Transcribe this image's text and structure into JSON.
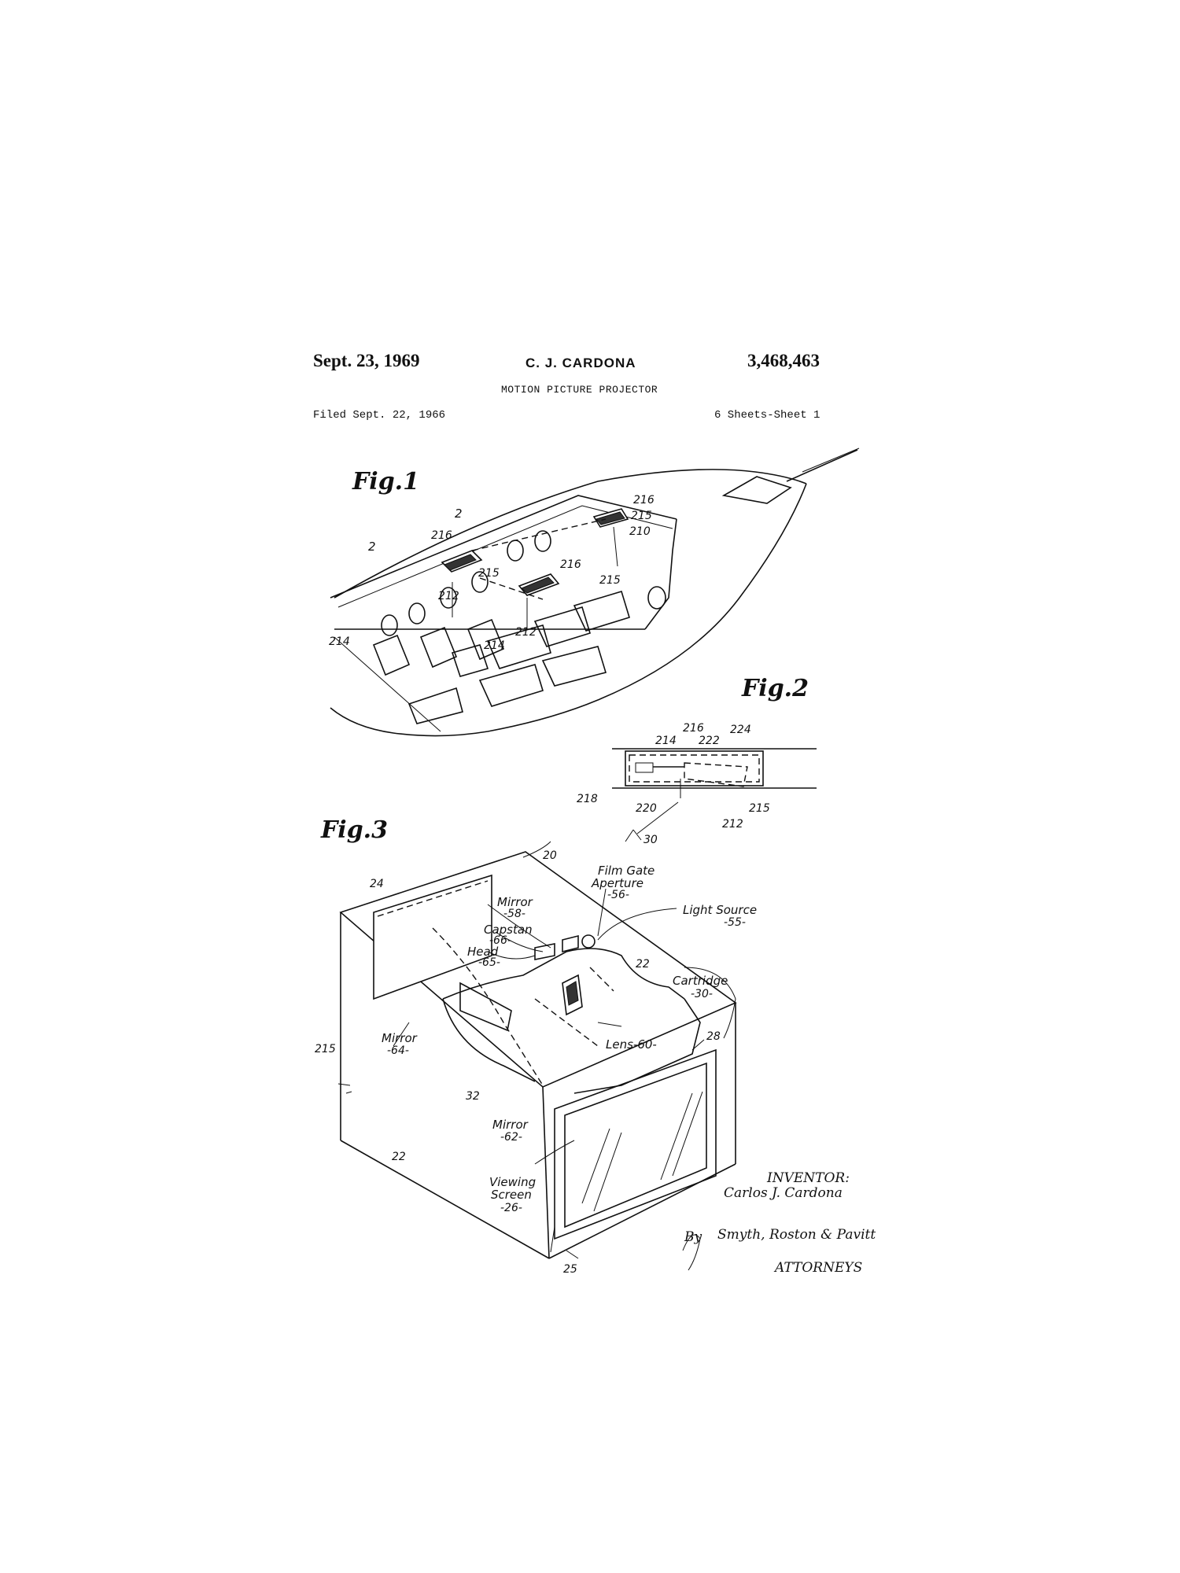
{
  "header": {
    "date": "Sept. 23, 1969",
    "inventor": "C. J. CARDONA",
    "patent_number": "3,468,463",
    "title": "MOTION PICTURE PROJECTOR",
    "filed": "Filed Sept. 22, 1966",
    "sheets": "6 Sheets-Sheet 1"
  },
  "figures": {
    "fig1": {
      "caption": "Fig.1",
      "labels": [
        "2",
        "2",
        "216",
        "216",
        "216",
        "215",
        "215",
        "215",
        "210",
        "212",
        "212",
        "214",
        "214"
      ]
    },
    "fig2": {
      "caption": "Fig.2",
      "labels": [
        "216",
        "224",
        "214",
        "222",
        "218",
        "220",
        "215",
        "30",
        "212"
      ]
    },
    "fig3": {
      "caption": "Fig.3",
      "labels": {
        "n20": "20",
        "n24": "24",
        "film_gate": "Film Gate",
        "aperture": "Aperture",
        "n56": "-56-",
        "light_source": "Light Source",
        "n55": "-55-",
        "mirror58": "Mirror",
        "n58": "-58-",
        "capstan": "Capstan",
        "n66": "-66-",
        "head": "Head",
        "n65": "-65-",
        "n22a": "22",
        "cartridge": "Cartridge",
        "n30": "-30-",
        "lens": "Lens-60-",
        "n28": "28",
        "mirror64": "Mirror",
        "n64": "-64-",
        "n215": "215",
        "n32": "32",
        "mirror62": "Mirror",
        "n62": "-62-",
        "n22b": "22",
        "viewing": "Viewing",
        "screen": "Screen",
        "n26": "-26-",
        "n25": "25"
      }
    }
  },
  "signature": {
    "inventor_heading": "INVENTOR:",
    "inventor_name": "Carlos J. Cardona",
    "attorneys_handwritten": "Smyth, Roston & Pavitt",
    "by": "By",
    "attorneys_heading": "ATTORNEYS"
  }
}
